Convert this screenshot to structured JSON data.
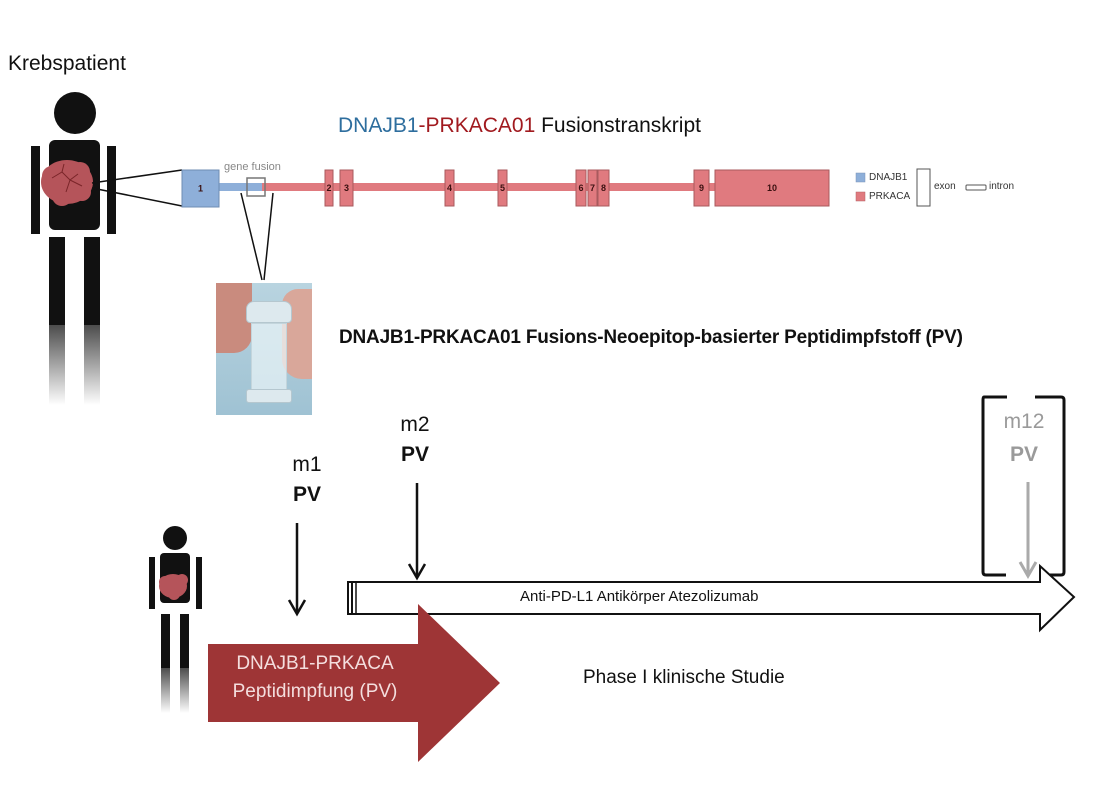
{
  "patient_label": "Krebspatient",
  "transcript_title": {
    "gene1": "DNAJB1",
    "separator": "-",
    "gene2": "PRKACA01",
    "suffix": " Fusionstranskript"
  },
  "gene_fusion_label": "gene fusion",
  "exons": [
    {
      "label": "1",
      "gene": "DNAJB1"
    },
    {
      "label": "2",
      "gene": "PRKACA"
    },
    {
      "label": "3",
      "gene": "PRKACA"
    },
    {
      "label": "4",
      "gene": "PRKACA"
    },
    {
      "label": "5",
      "gene": "PRKACA"
    },
    {
      "label": "6",
      "gene": "PRKACA"
    },
    {
      "label": "7",
      "gene": "PRKACA"
    },
    {
      "label": "8",
      "gene": "PRKACA"
    },
    {
      "label": "9",
      "gene": "PRKACA"
    },
    {
      "label": "10",
      "gene": "PRKACA"
    }
  ],
  "legend": {
    "dnajb1": "DNAJB1",
    "prkaca": "PRKACA",
    "exon": "exon",
    "intron": "intron"
  },
  "colors": {
    "dnajb1": "#8eafd9",
    "prkaca": "#e07a7f",
    "arrow_red": "#9e3536",
    "tumor": "#b5545a"
  },
  "vaccine_title": "DNAJB1-PRKACA01 Fusions-Neoepitop-basierter Peptidimpfstoff (PV)",
  "timepoints": [
    {
      "month": "m1",
      "label": "PV",
      "muted": false
    },
    {
      "month": "m2",
      "label": "PV",
      "muted": false
    },
    {
      "month": "m12",
      "label": "PV",
      "muted": true
    }
  ],
  "antibody_arrow_label": "Anti-PD-L1 Antikörper Atezolizumab",
  "peptide_arrow_label": {
    "line1": "DNAJB1-PRKACA",
    "line2": "Peptidimpfung (PV)"
  },
  "phase_label": "Phase I klinische Studie"
}
